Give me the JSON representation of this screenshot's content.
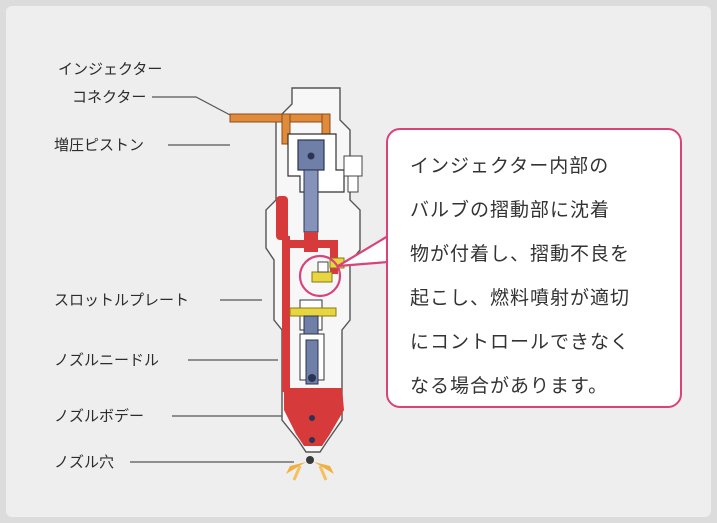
{
  "labels": {
    "injector_connector_1": "インジェクター",
    "injector_connector_2": "コネクター",
    "booster_piston": "増圧ピストン",
    "throttle_plate": "スロットルプレート",
    "nozzle_needle": "ノズルニードル",
    "nozzle_body": "ノズルボデー",
    "nozzle_hole": "ノズル穴"
  },
  "callout": {
    "lines": [
      "インジェクター内部の",
      "バルブの摺動部に沈着",
      "物が付着し、摺動不良を",
      "起こし、燃料噴射が適切",
      "にコントロールできなく",
      "なる場合があります。"
    ]
  },
  "colors": {
    "accent": "#d9437a",
    "fuel": "#d63a3a",
    "connector": "#e08a3c",
    "valve": "#e8d640",
    "piston": "#6f7fa8"
  }
}
